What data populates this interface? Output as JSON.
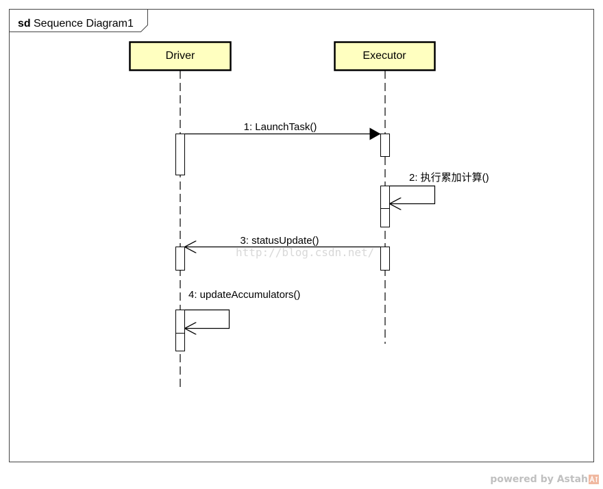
{
  "frame": {
    "keyword": "sd",
    "name": "Sequence Diagram1"
  },
  "lifelines": [
    {
      "id": "driver",
      "name": "Driver"
    },
    {
      "id": "executor",
      "name": "Executor"
    }
  ],
  "messages": [
    {
      "label": "1: LaunchTask()",
      "from": "Driver",
      "to": "Executor",
      "kind": "synchronous call"
    },
    {
      "label": "2: 执行累加计算()",
      "from": "Executor",
      "to": "Executor",
      "kind": "self call"
    },
    {
      "label": "3: statusUpdate()",
      "from": "Executor",
      "to": "Driver",
      "kind": "asynchronous call"
    },
    {
      "label": "4: updateAccumulators()",
      "from": "Driver",
      "to": "Driver",
      "kind": "self call"
    }
  ],
  "watermark": "http://blog.csdn.net/",
  "footer": {
    "text": "powered by Astah"
  },
  "colors": {
    "lifeline_head_fill": "#ffffc0",
    "line": "#000000",
    "frame_border": "#444444",
    "watermark": "#d8d8d8",
    "footer_text": "#c0c0c0",
    "logo": "#f0b8a0"
  }
}
